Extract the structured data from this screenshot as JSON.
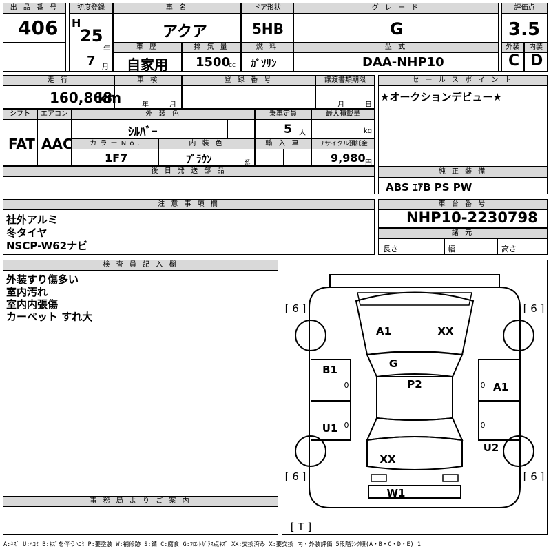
{
  "header": {
    "lot_no_label": "出 品 番 号",
    "lot_no": "406",
    "first_reg_label": "初度登録",
    "era": "H",
    "year": "25",
    "year_unit": "年",
    "month": "7",
    "month_unit": "月",
    "car_name_label": "車 名",
    "car_name": "アクア",
    "door_label": "ドア形状",
    "door": "5HB",
    "grade_label": "グ レ ー ド",
    "grade": "G",
    "score_label": "評価点",
    "score": "3.5",
    "history_label": "車 歴",
    "history": "自家用",
    "displacement_label": "排 気 量",
    "displacement": "1500",
    "displacement_unit": "cc",
    "fuel_label": "燃 料",
    "fuel": "ｶﾞｿﾘﾝ",
    "model_label": "型 式",
    "model": "DAA-NHP10",
    "exterior_label": "外装",
    "interior_label": "内装",
    "exterior_grade": "C",
    "interior_grade": "D"
  },
  "row2": {
    "mileage_label": "走 行",
    "mileage": "160,868",
    "mileage_unit": "km",
    "inspection_label": "車 検",
    "inspection_year_unit": "年",
    "inspection_month_unit": "月",
    "reg_no_label": "登 録 番 号",
    "transfer_label": "譲渡書類期限",
    "transfer_month_unit": "月",
    "transfer_day_unit": "日",
    "shift_label": "シフト",
    "shift": "FAT",
    "ac_label": "エアコン",
    "ac": "AAC",
    "ext_color_label": "外 装 色",
    "ext_color": "ｼﾙﾊﾞｰ",
    "capacity_label": "乗車定員",
    "capacity": "5",
    "capacity_unit": "人",
    "max_load_label": "最大積載量",
    "max_load_unit": "kg",
    "color_no_label": "カ ラ ー N o .",
    "color_no": "1F7",
    "int_color_label": "内 装 色",
    "int_color": "ﾌﾞﾗｳﾝ",
    "int_color_unit": "系",
    "import_label": "輸 入 車",
    "recycle_label": "リサイクル預託金",
    "recycle": "9,980",
    "recycle_unit": "円",
    "later_parts_label": "後 日 発 送 部 品"
  },
  "sales_point": {
    "label": "セ ー ル ス ポ イ ン ト",
    "text": "★オークションデビュー★"
  },
  "equipment": {
    "label": "純 正 装 備",
    "text": "ABS ｴｱB PS PW"
  },
  "notes": {
    "label": "注 意 事 項 欄",
    "lines": [
      "社外アルミ",
      "冬タイヤ",
      "NSCP-W62ナビ"
    ]
  },
  "chassis": {
    "label": "車 台 番 号",
    "number": "NHP10-2230798",
    "dims_label": "諸 元",
    "length_label": "長さ",
    "width_label": "幅",
    "height_label": "高さ"
  },
  "inspector": {
    "label": "検 査 員 記 入 欄",
    "lines": [
      "外装すり傷多い",
      "室内汚れ",
      "室内内張傷",
      "カーペット すれ大"
    ]
  },
  "office": {
    "label": "事 務 局 よ り ご 案 内"
  },
  "diagram": {
    "bracket_fl": "[ 6 ]",
    "bracket_fr": "[ 6 ]",
    "bracket_rl": "[ 6 ]",
    "bracket_rr": "[ 6 ]",
    "spare": "[ T ]",
    "marks": {
      "a1_hood": "A1",
      "xx_hood": "XX",
      "g_glass": "G",
      "b1_left": "B1",
      "p2_roof": "P2",
      "a1_right": "A1",
      "u1_left": "U1",
      "u2_right": "U2",
      "xx_rear": "XX",
      "w1_rear": "W1"
    },
    "zero_left_front": "0",
    "zero_left_rear": "0",
    "zero_right_front": "0",
    "zero_right_rear": "0"
  },
  "legend": "A:ｷｽﾞ U:ﾍｺﾐ B:ｷｽﾞを伴うﾍｺﾐ P:要塗装 W:補修跡 S:錆 C:腐食 G:ﾌﾛﾝﾄｶﾞﾗｽ点ｷｽﾞ XX:交換済み X:要交換 内・外装評価 5段階ﾗﾝｸ順(A・B・C・D・E) 1"
}
